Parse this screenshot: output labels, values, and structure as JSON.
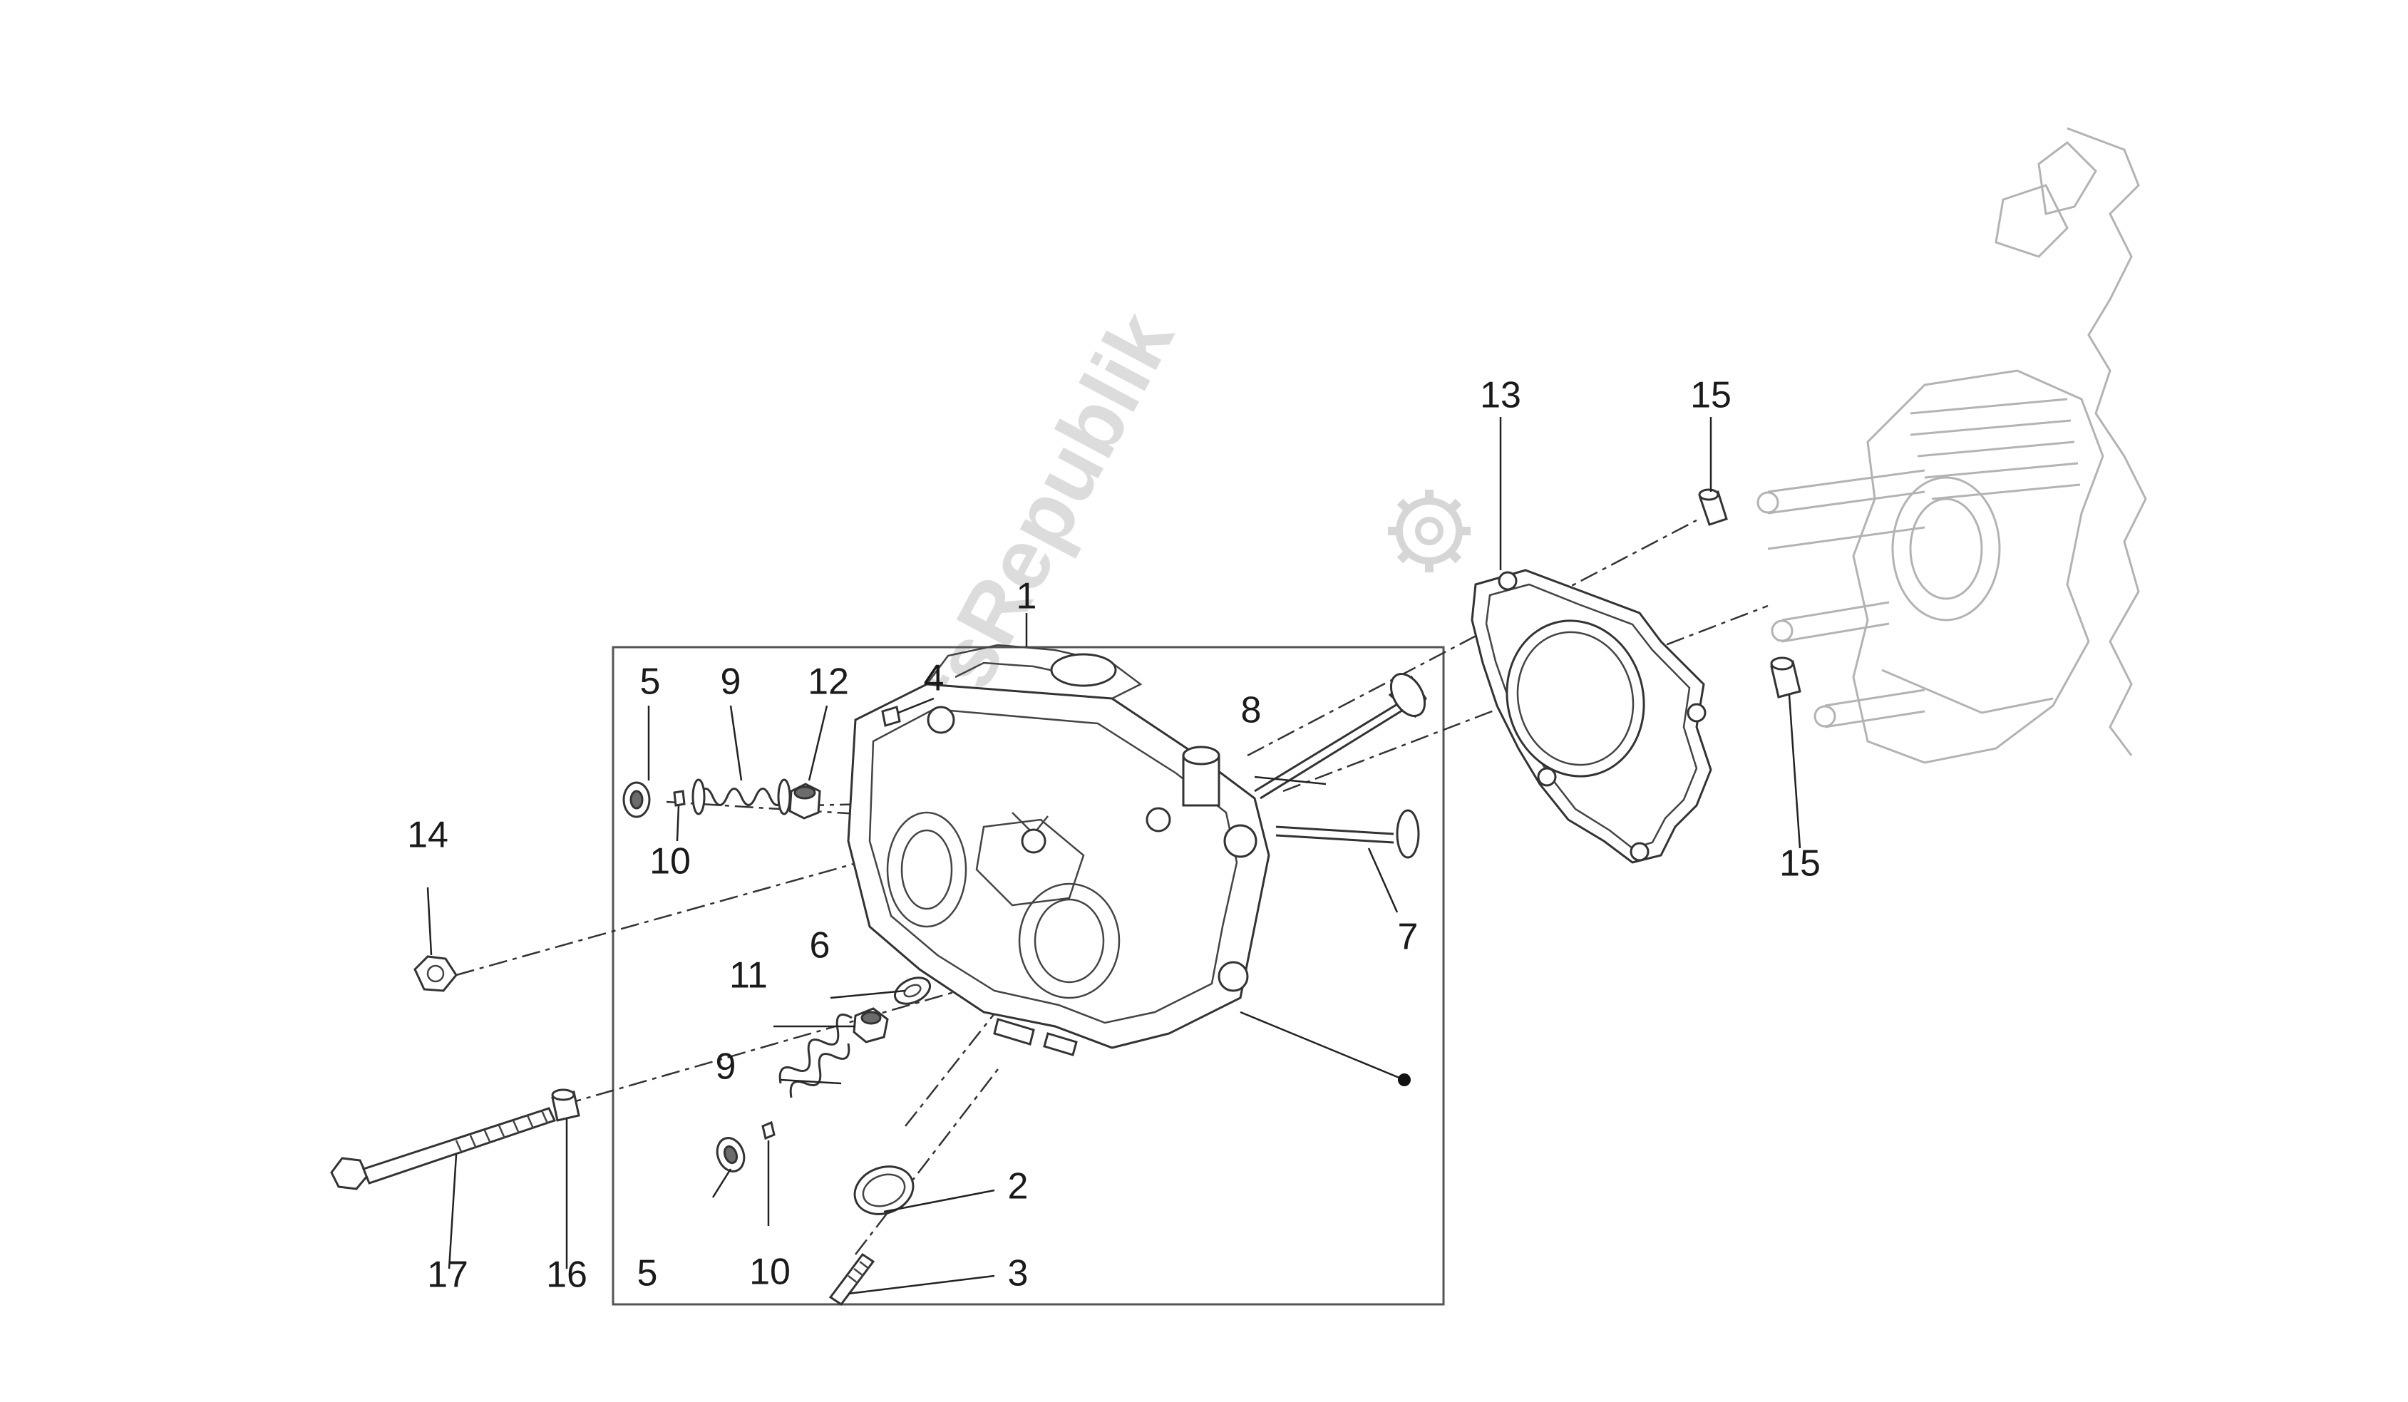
{
  "diagram": {
    "watermark": "PartsRepublik",
    "callouts": {
      "c1": "1",
      "c2": "2",
      "c3": "3",
      "c4": "4",
      "c5a": "5",
      "c5b": "5",
      "c6": "6",
      "c7": "7",
      "c8": "8",
      "c9a": "9",
      "c9b": "9",
      "c10a": "10",
      "c10b": "10",
      "c11": "11",
      "c12": "12",
      "c13": "13",
      "c14": "14",
      "c15a": "15",
      "c15b": "15",
      "c16": "16",
      "c17": "17"
    },
    "colors": {
      "line": "#333333",
      "background": "#ffffff",
      "ghost_engine": "#b3b3b3"
    }
  }
}
